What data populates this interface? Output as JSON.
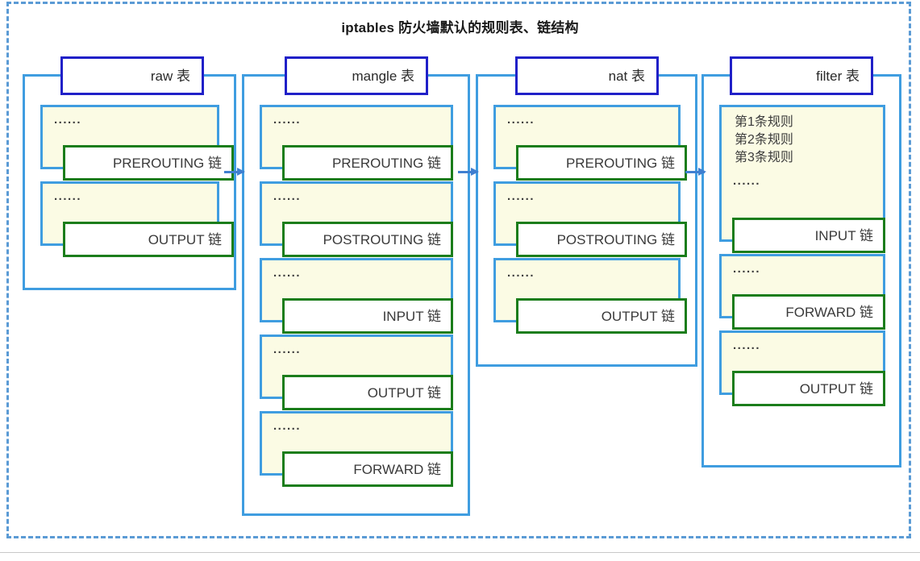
{
  "title": "iptables 防火墙默认的规则表、链结构",
  "ellipsis": "......",
  "tables": [
    {
      "name": "raw-table",
      "header": "raw 表",
      "chains": [
        {
          "label": "PREROUTING 链",
          "dots": "......",
          "rules": []
        },
        {
          "label": "OUTPUT 链",
          "dots": "......",
          "rules": []
        }
      ]
    },
    {
      "name": "mangle-table",
      "header": "mangle 表",
      "chains": [
        {
          "label": "PREROUTING 链",
          "dots": "......",
          "rules": []
        },
        {
          "label": "POSTROUTING 链",
          "dots": "......",
          "rules": []
        },
        {
          "label": "INPUT 链",
          "dots": "......",
          "rules": []
        },
        {
          "label": "OUTPUT 链",
          "dots": "......",
          "rules": []
        },
        {
          "label": "FORWARD 链",
          "dots": "......",
          "rules": []
        }
      ]
    },
    {
      "name": "nat-table",
      "header": "nat 表",
      "chains": [
        {
          "label": "PREROUTING 链",
          "dots": "......",
          "rules": []
        },
        {
          "label": "POSTROUTING 链",
          "dots": "......",
          "rules": []
        },
        {
          "label": "OUTPUT 链",
          "dots": "......",
          "rules": []
        }
      ]
    },
    {
      "name": "filter-table",
      "header": "filter 表",
      "chains": [
        {
          "label": "INPUT 链",
          "dots": "......",
          "rules": [
            "第1条规则",
            "第2条规则",
            "第3条规则"
          ],
          "rules_text": "第1条规则\n第2条规则\n第3条规则"
        },
        {
          "label": "FORWARD 链",
          "dots": "......",
          "rules": []
        },
        {
          "label": "OUTPUT 链",
          "dots": "......",
          "rules": []
        }
      ]
    }
  ],
  "arrows": [
    {
      "name": "arrow-raw-to-mangle",
      "from": "raw 表",
      "to": "mangle 表"
    },
    {
      "name": "arrow-mangle-to-nat",
      "from": "mangle 表",
      "to": "nat 表"
    },
    {
      "name": "arrow-nat-to-filter",
      "from": "nat 表",
      "to": "filter 表"
    }
  ],
  "colors": {
    "frame_dashed": "#5b9bd5",
    "table_border": "#3f9de0",
    "header_border": "#2020c8",
    "chain_fill": "#fbfbe4",
    "chain_name_border": "#1b7d1b",
    "arrow": "#3f7fd0"
  }
}
